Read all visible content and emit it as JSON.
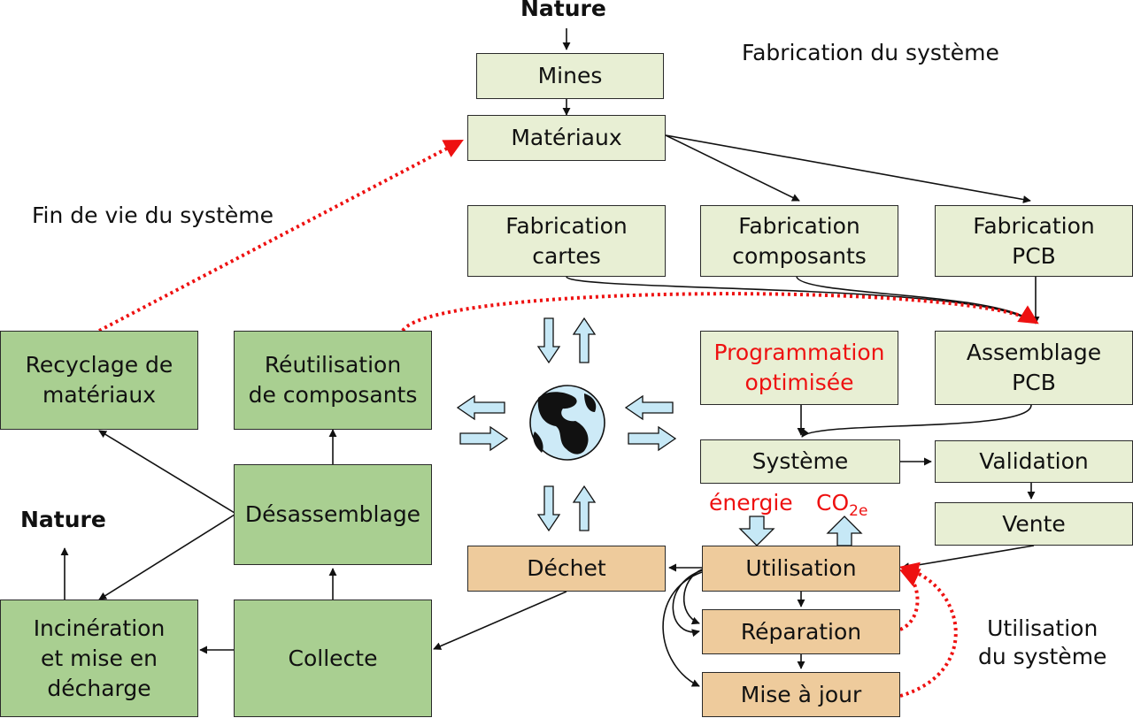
{
  "labels": {
    "nature_top": "Nature",
    "nature_left": "Nature",
    "fabrication_title": "Fabrication du système",
    "fin_de_vie_title": "Fin de vie du système",
    "utilisation_title": "Utilisation\ndu système",
    "energie": "énergie",
    "co2": "CO",
    "co2_sub": "2e"
  },
  "nodes": {
    "mines": "Mines",
    "materiaux": "Matériaux",
    "fab_cartes": "Fabrication\ncartes",
    "fab_composants": "Fabrication\ncomposants",
    "fab_pcb": "Fabrication\nPCB",
    "programmation": "Programmation\noptimisée",
    "assemblage": "Assemblage\nPCB",
    "systeme": "Système",
    "validation": "Validation",
    "vente": "Vente",
    "utilisation": "Utilisation",
    "reparation": "Réparation",
    "mise_a_jour": "Mise à jour",
    "dechet": "Déchet",
    "recyclage": "Recyclage de\nmatériaux",
    "reutilisation": "Réutilisation\nde composants",
    "desassemblage": "Désassemblage",
    "incineration": "Incinération\net mise en\ndécharge",
    "collecte": "Collecte"
  },
  "colors": {
    "manufacturing_fill": "#e8efd4",
    "end_of_life_fill": "#a9cf91",
    "usage_fill": "#eecb9c",
    "highlight_red": "#ee1111",
    "flow_arrow_fill": "#c6e8f6",
    "globe_water": "#cdeaf7"
  },
  "icons": {
    "globe": "earth-globe-icon",
    "exchange_arrows": "double-arrow-icon"
  }
}
